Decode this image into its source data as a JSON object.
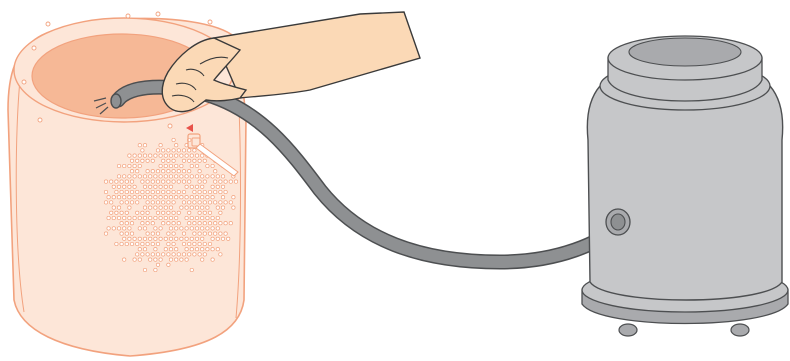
{
  "illustration": {
    "objects": [
      {
        "id": "device",
        "icon": "cylindrical-device-icon"
      },
      {
        "id": "hand",
        "icon": "hand-icon"
      },
      {
        "id": "hose",
        "icon": "vacuum-hose-icon"
      },
      {
        "id": "vacuum",
        "icon": "canister-vacuum-icon"
      },
      {
        "id": "callout",
        "icon": "pointer-arrow-icon"
      }
    ]
  },
  "colors": {
    "device_fill": "#fde6d8",
    "device_stroke": "#f2a27e",
    "device_inner": "#f6b896",
    "device_highlight": "#e8524a",
    "skin_fill": "#fbd9b6",
    "skin_stroke": "#3a3a3a",
    "hose_fill": "#8e9092",
    "hose_stroke": "#4d4f51",
    "vacuum_fill": "#c6c7c9",
    "vacuum_dark": "#a9aaad",
    "vacuum_stroke": "#4d4f51"
  }
}
